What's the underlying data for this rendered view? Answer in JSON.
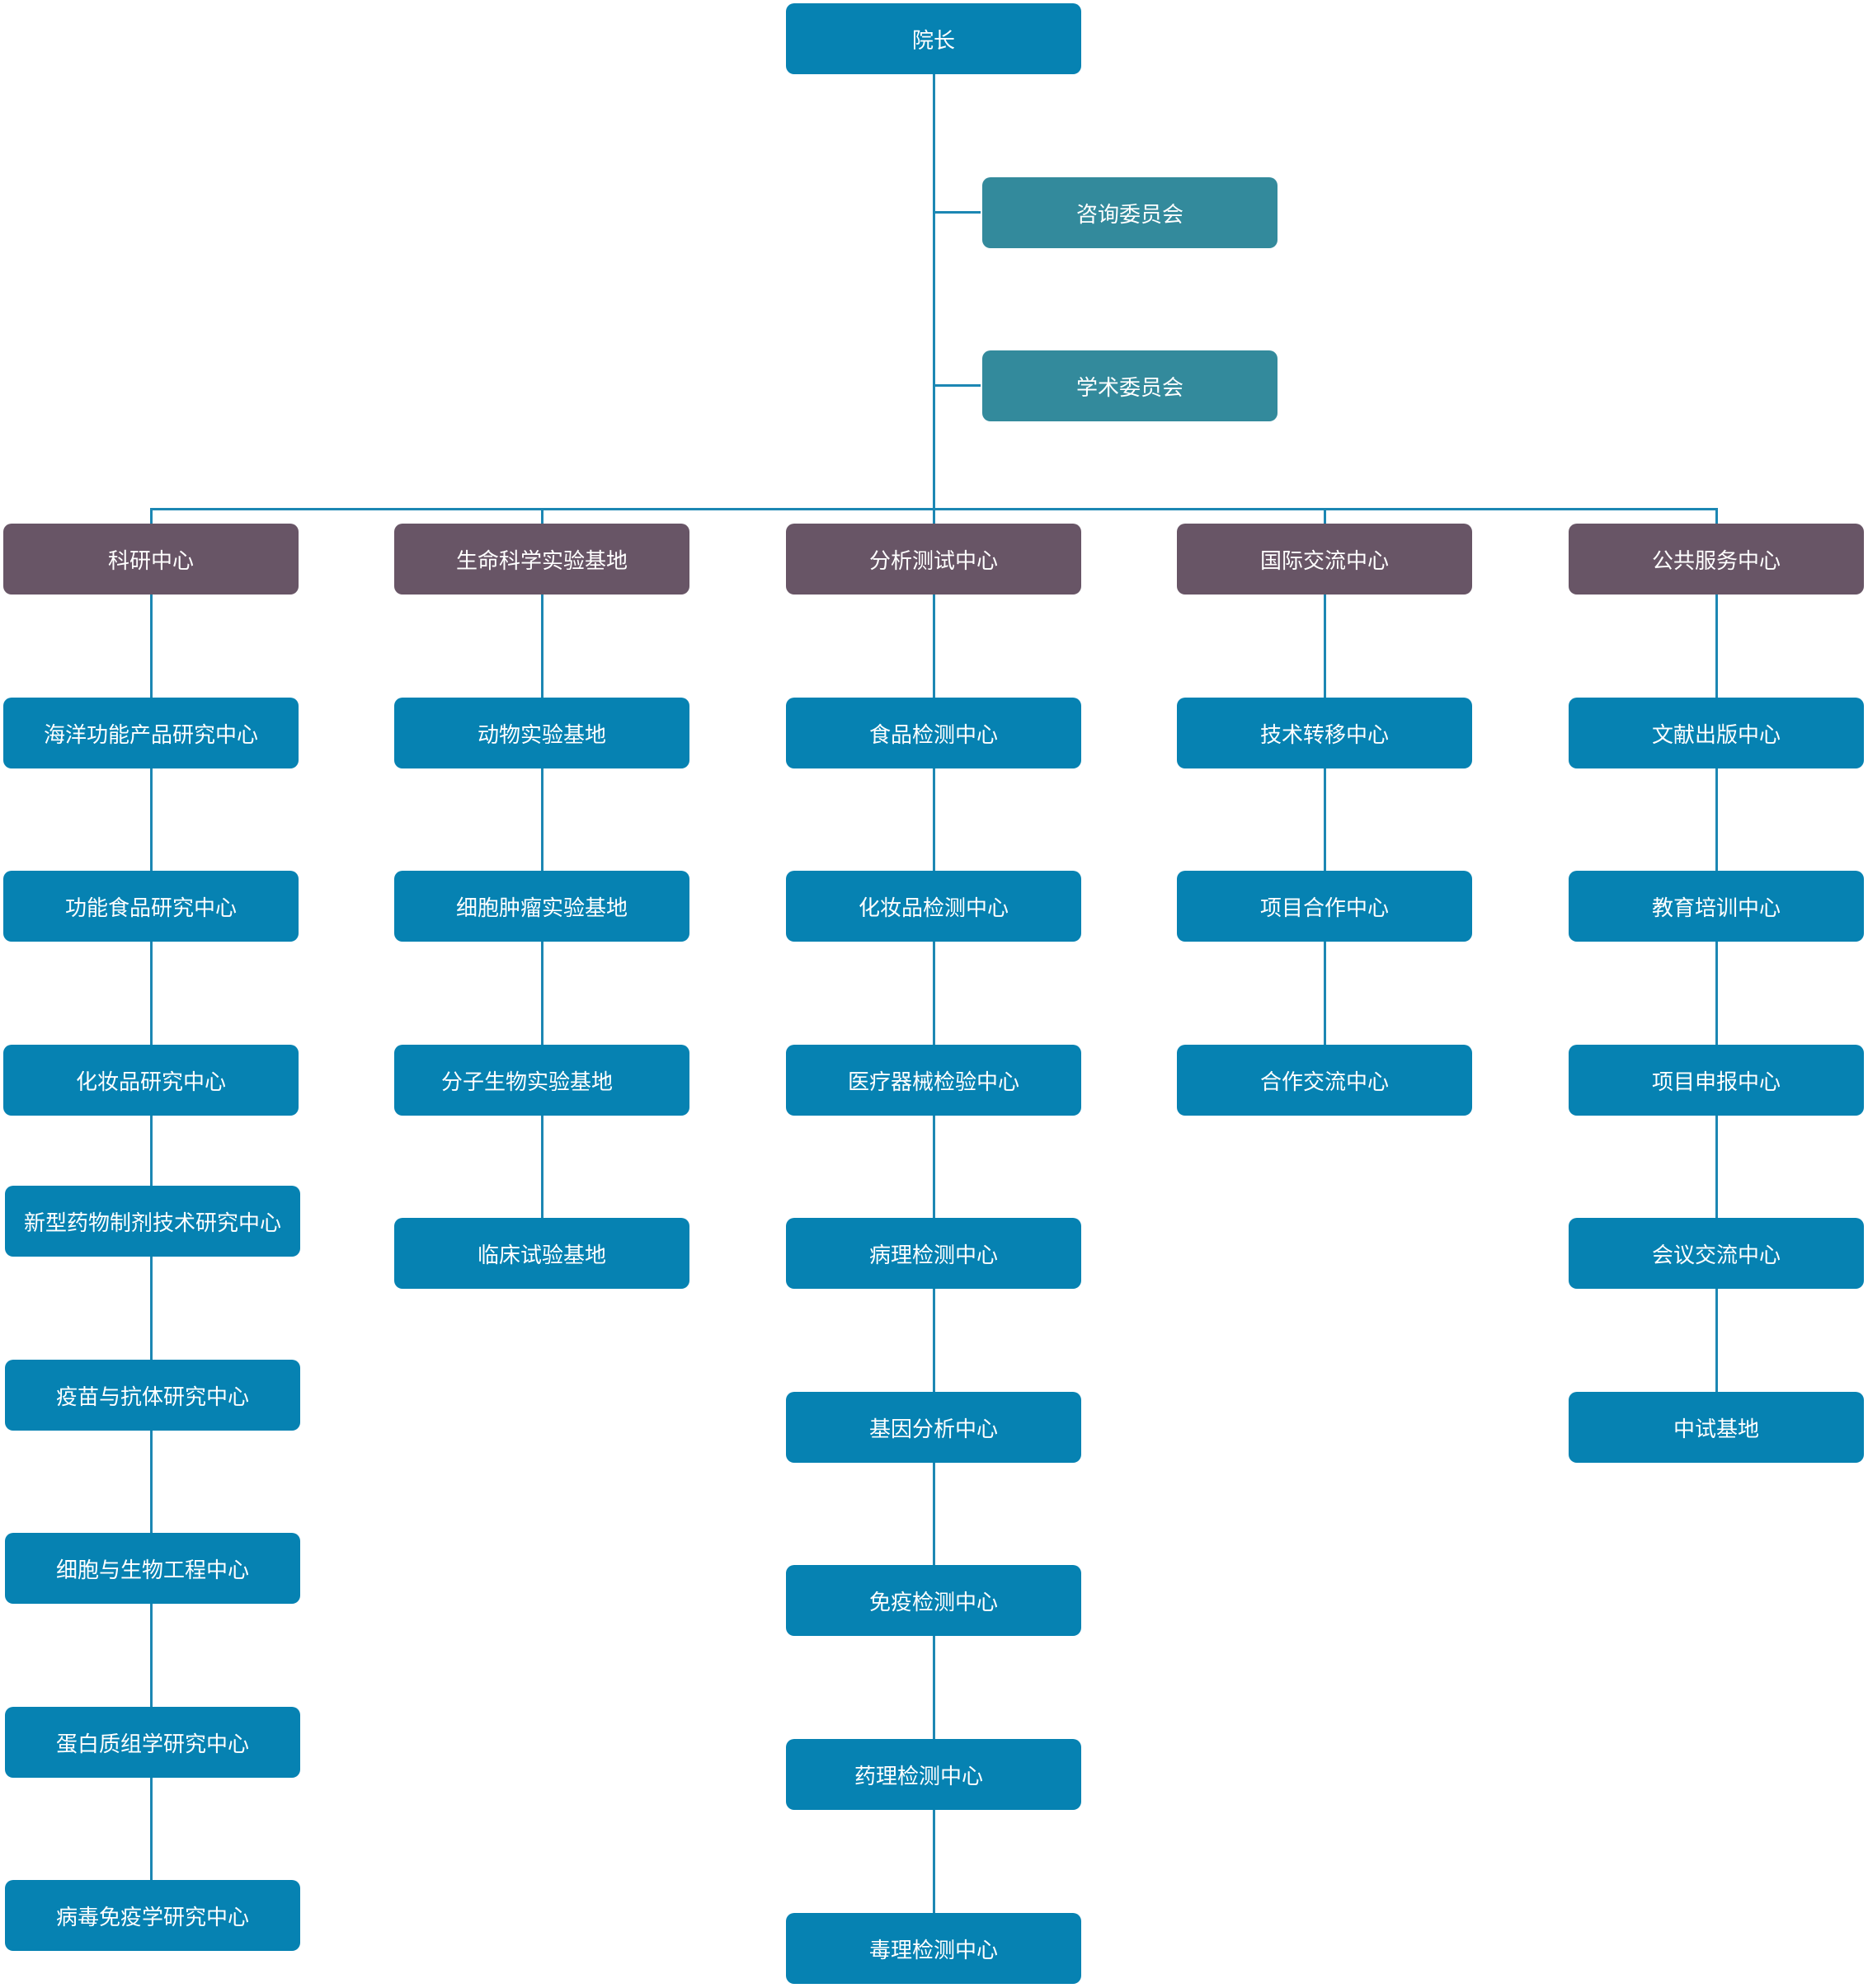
{
  "colors": {
    "node_blue": "#0682B2",
    "node_teal": "#338A9C",
    "node_purple": "#685566",
    "connector": "#1C87B3"
  },
  "root": {
    "label": "院长"
  },
  "committees": [
    {
      "label": "咨询委员会"
    },
    {
      "label": "学术委员会"
    }
  ],
  "divisions": [
    {
      "label": "科研中心",
      "children": [
        "海洋功能产品研究中心",
        "功能食品研究中心",
        "化妆品研究中心",
        "新型药物制剂技术研究中心",
        "疫苗与抗体研究中心",
        "细胞与生物工程中心",
        "蛋白质组学研究中心",
        "病毒免疫学研究中心"
      ]
    },
    {
      "label": "生命科学实验基地",
      "children": [
        "动物实验基地",
        "细胞肿瘤实验基地",
        "分子生物实验基地",
        "临床试验基地"
      ]
    },
    {
      "label": "分析测试中心",
      "children": [
        "食品检测中心",
        "化妆品检测中心",
        "医疗器械检验中心",
        "病理检测中心",
        "基因分析中心",
        "免疫检测中心",
        "药理检测中心",
        "毒理检测中心"
      ]
    },
    {
      "label": "国际交流中心",
      "children": [
        "技术转移中心",
        "项目合作中心",
        "合作交流中心"
      ]
    },
    {
      "label": "公共服务中心",
      "children": [
        "文献出版中心",
        "教育培训中心",
        "项目申报中心",
        "会议交流中心",
        "中试基地"
      ]
    }
  ]
}
